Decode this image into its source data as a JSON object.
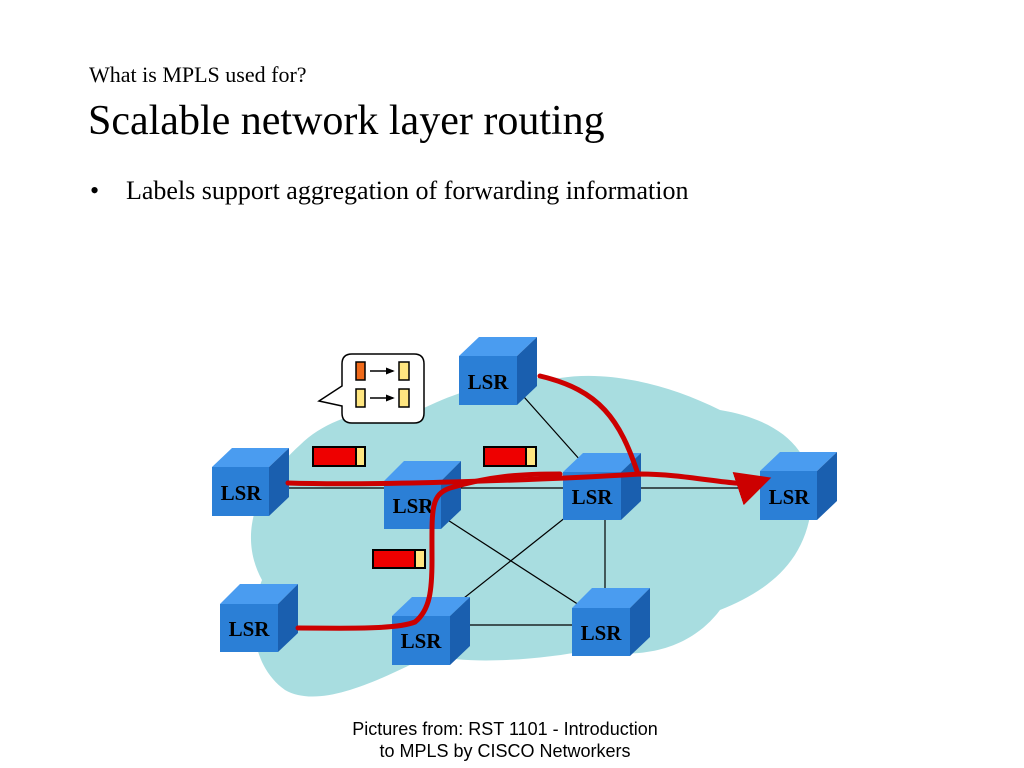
{
  "slide": {
    "subtitle": "What is MPLS used for?",
    "title": "Scalable network layer routing",
    "bullets": [
      {
        "marker": "•",
        "text": "Labels support aggregation of forwarding information"
      }
    ]
  },
  "diagram": {
    "router_label": "LSR",
    "colors": {
      "cloud": "#a8dde0",
      "router_front": "#2b7fd6",
      "router_top": "#4a9cf0",
      "router_side": "#1a5faf",
      "path": "#cc0000",
      "packet_body": "#ee0000",
      "packet_label": "#ffe680",
      "table_in": "#f06a1a",
      "table_out": "#ffe680"
    }
  },
  "credit": {
    "line1": "Pictures from: RST 1101 - Introduction",
    "line2": "to MPLS by CISCO Networkers"
  }
}
